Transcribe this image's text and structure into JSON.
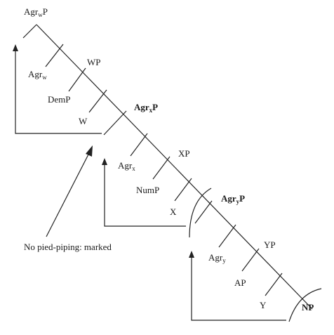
{
  "nodes": {
    "agrw_p": {
      "base": "Agr",
      "sub": "w",
      "tail": "P"
    },
    "wp": "WP",
    "agrw": {
      "base": "Agr",
      "sub": "w"
    },
    "demp": "DemP",
    "w": "W",
    "agrx_p": {
      "base": "Agr",
      "sub": "x",
      "tail": "P"
    },
    "xp": "XP",
    "agrx": {
      "base": "Agr",
      "sub": "x"
    },
    "nump": "NumP",
    "x": "X",
    "agry_p": {
      "base": "Agr",
      "sub": "y",
      "tail": "P"
    },
    "yp": "YP",
    "agry": {
      "base": "Agr",
      "sub": "y"
    },
    "ap": "AP",
    "y": "Y",
    "np": "NP"
  },
  "annotation": "No pied-piping: marked",
  "colors": {
    "ink": "#222222",
    "background": "#ffffff"
  }
}
